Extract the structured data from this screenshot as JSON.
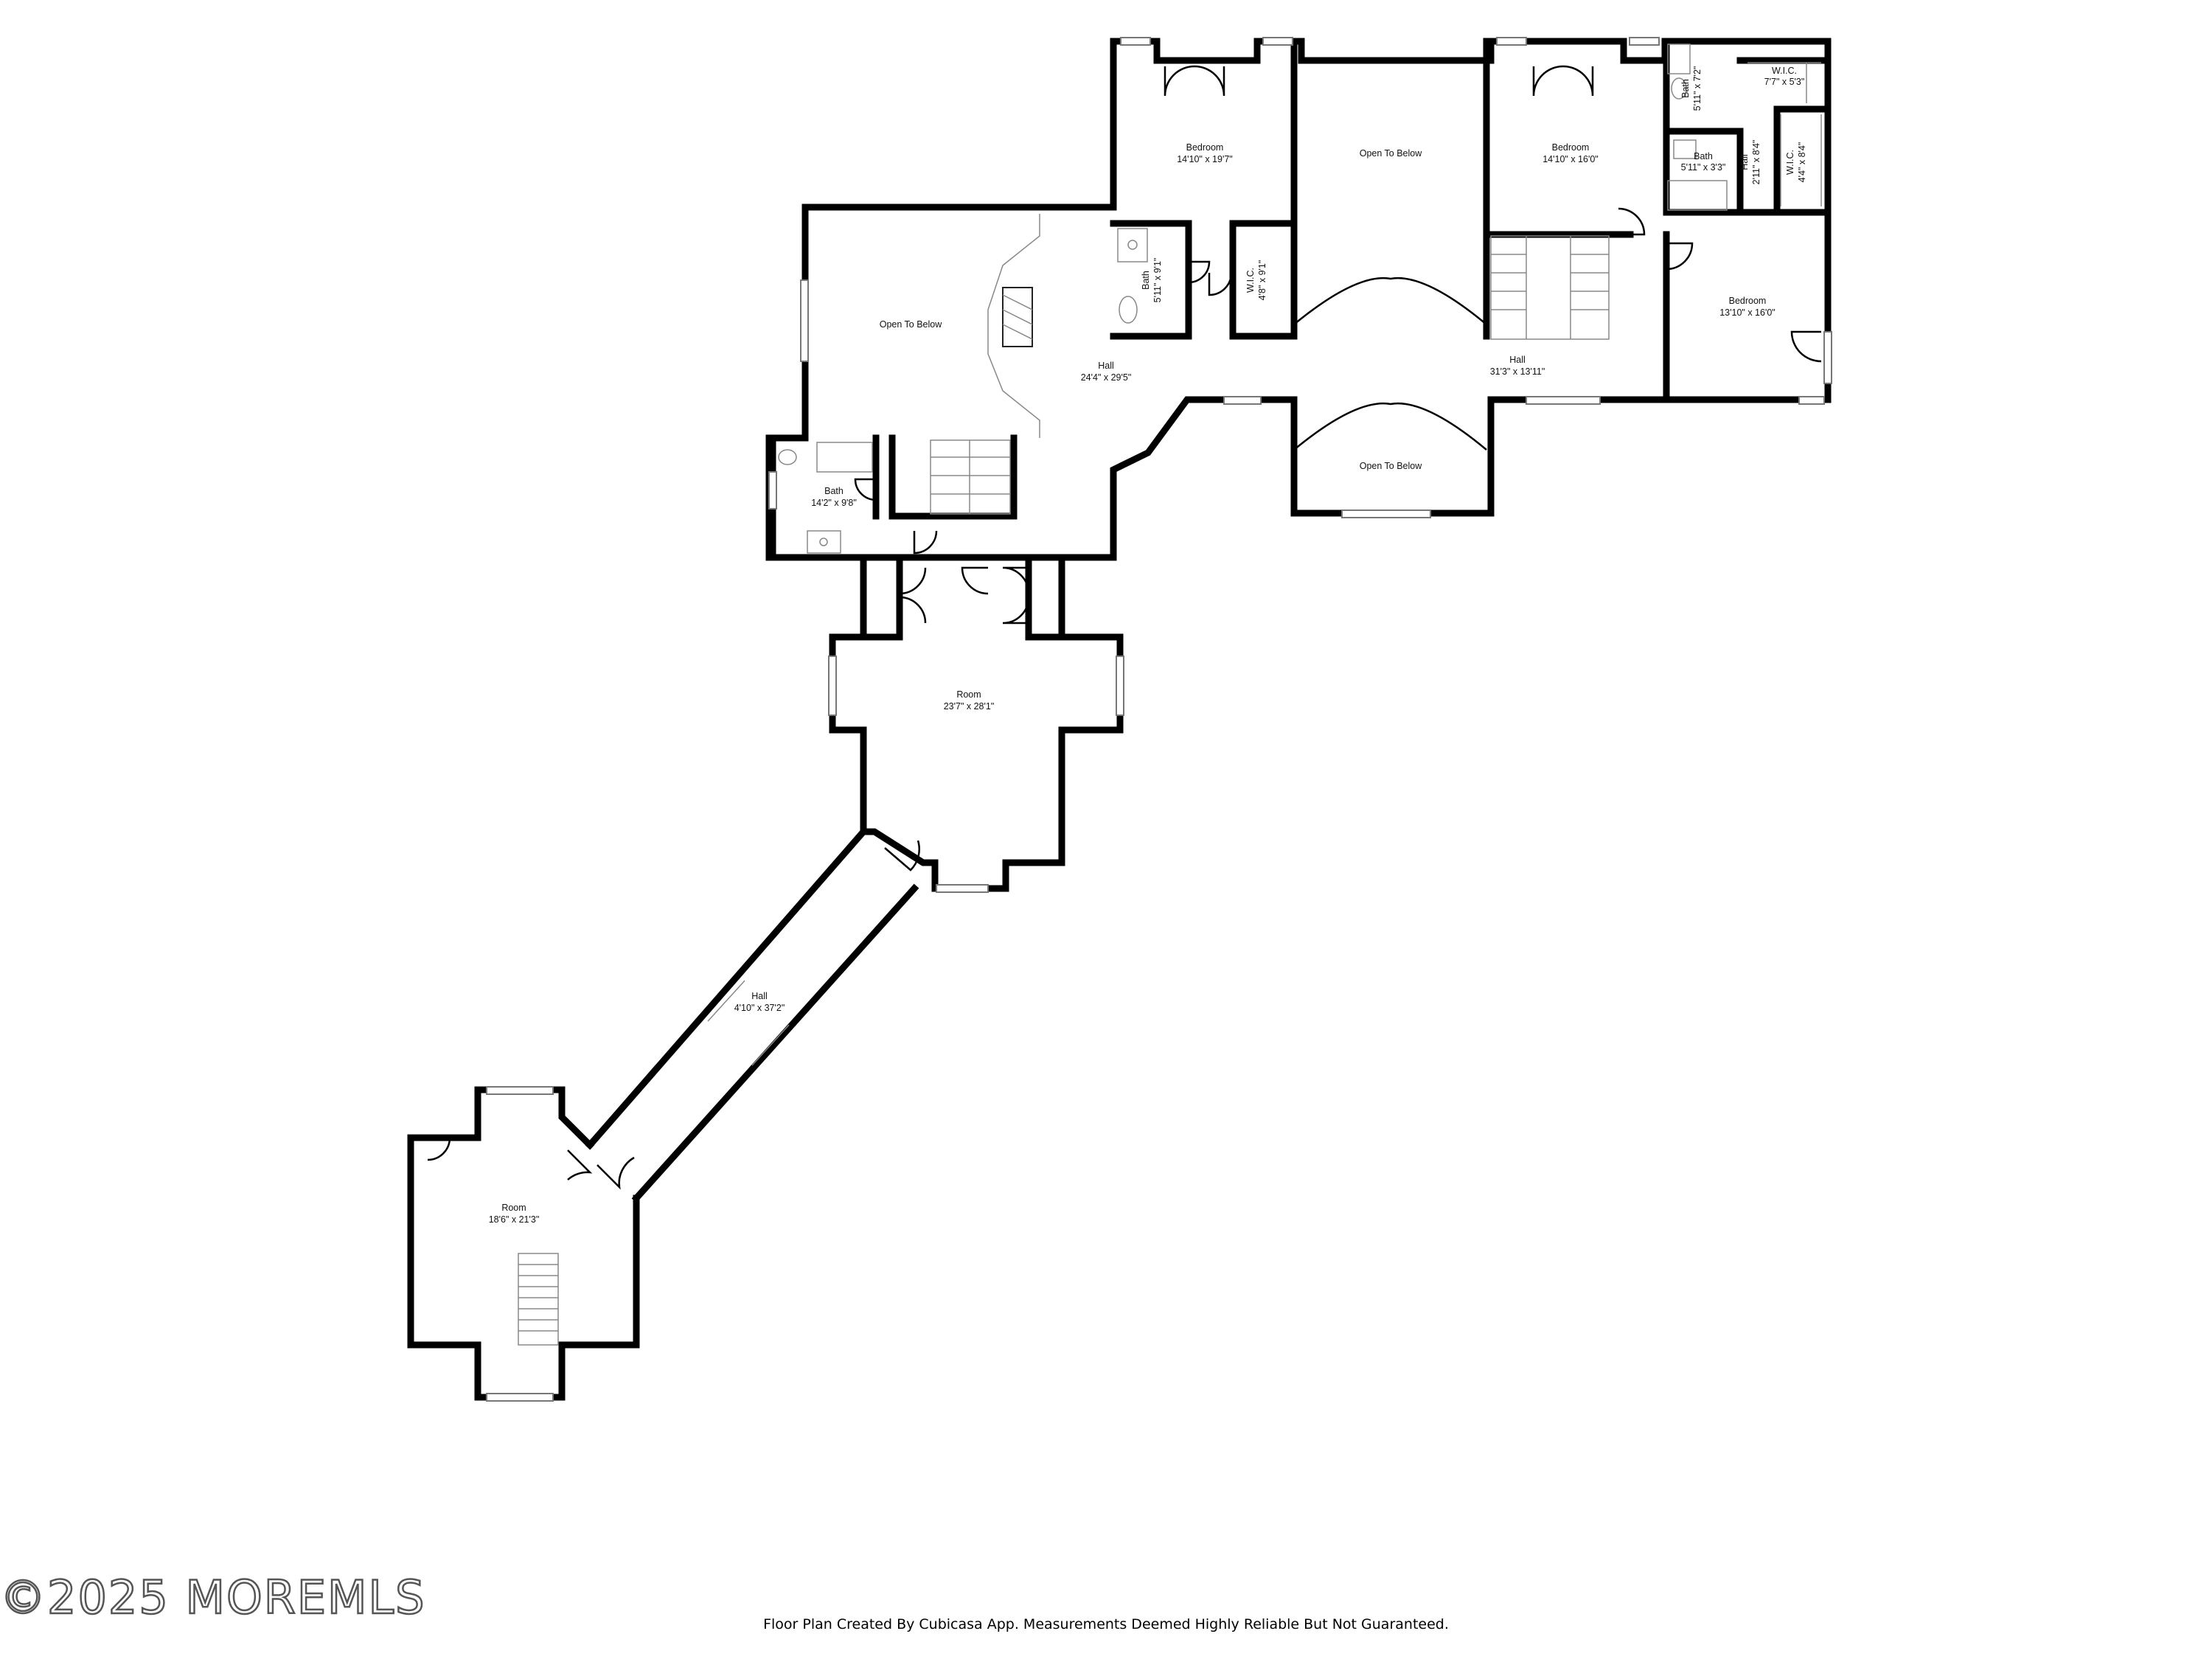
{
  "rooms": [
    {
      "name": "Bedroom",
      "dims": "14'10\" x 19'7\""
    },
    {
      "name": "Open To Below",
      "dims": ""
    },
    {
      "name": "Bedroom",
      "dims": "14'10\" x 16'0\""
    },
    {
      "name": "Bath",
      "dims": "5'11\" x 7'2\""
    },
    {
      "name": "W.I.C.",
      "dims": "7'7\" x 5'3\""
    },
    {
      "name": "Bath",
      "dims": "5'11\" x 3'3\""
    },
    {
      "name": "Hall",
      "dims": "2'11\" x 8'4\""
    },
    {
      "name": "W.I.C.",
      "dims": "4'4\" x 8'4\""
    },
    {
      "name": "Bedroom",
      "dims": "13'10\" x 16'0\""
    },
    {
      "name": "Open To Below",
      "dims": ""
    },
    {
      "name": "Bath",
      "dims": "5'11\" x 9'1\""
    },
    {
      "name": "W.I.C.",
      "dims": "4'8\" x 9'1\""
    },
    {
      "name": "Hall",
      "dims": "24'4\" x 29'5\""
    },
    {
      "name": "Hall",
      "dims": "31'3\" x 13'11\""
    },
    {
      "name": "Open To Below",
      "dims": ""
    },
    {
      "name": "Bath",
      "dims": "14'2\" x 9'8\""
    },
    {
      "name": "Room",
      "dims": "23'7\" x 28'1\""
    },
    {
      "name": "Hall",
      "dims": "4'10\" x 37'2\""
    },
    {
      "name": "Room",
      "dims": "18'6\" x 21'3\""
    }
  ],
  "watermark": "©2025 MOREMLS",
  "footer": "Floor Plan Created By Cubicasa App. Measurements Deemed Highly Reliable But Not Guaranteed."
}
